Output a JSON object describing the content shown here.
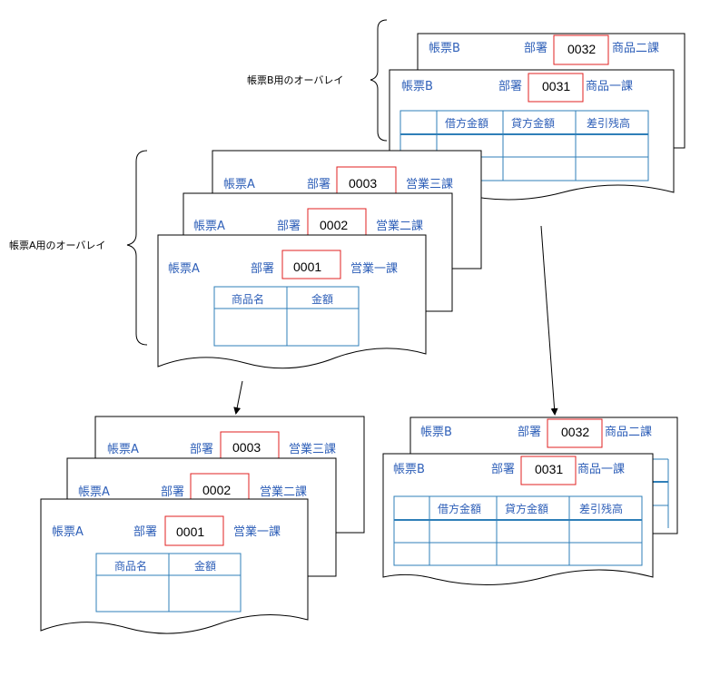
{
  "overlay_b_label": "帳票B用のオーバレイ",
  "overlay_a_label": "帳票A用のオーバレイ",
  "form_a": {
    "title": "帳票A",
    "dept_label": "部署",
    "sheets": [
      {
        "code": "0003",
        "name": "営業三課"
      },
      {
        "code": "0002",
        "name": "営業二課"
      },
      {
        "code": "0001",
        "name": "営業一課"
      }
    ],
    "columns": [
      "商品名",
      "金額"
    ]
  },
  "form_b": {
    "title": "帳票B",
    "dept_label": "部署",
    "sheets": [
      {
        "code": "0032",
        "name": "商品二課"
      },
      {
        "code": "0031",
        "name": "商品一課"
      }
    ],
    "columns": [
      "",
      "借方金額",
      "貸方金額",
      "差引残高"
    ]
  }
}
